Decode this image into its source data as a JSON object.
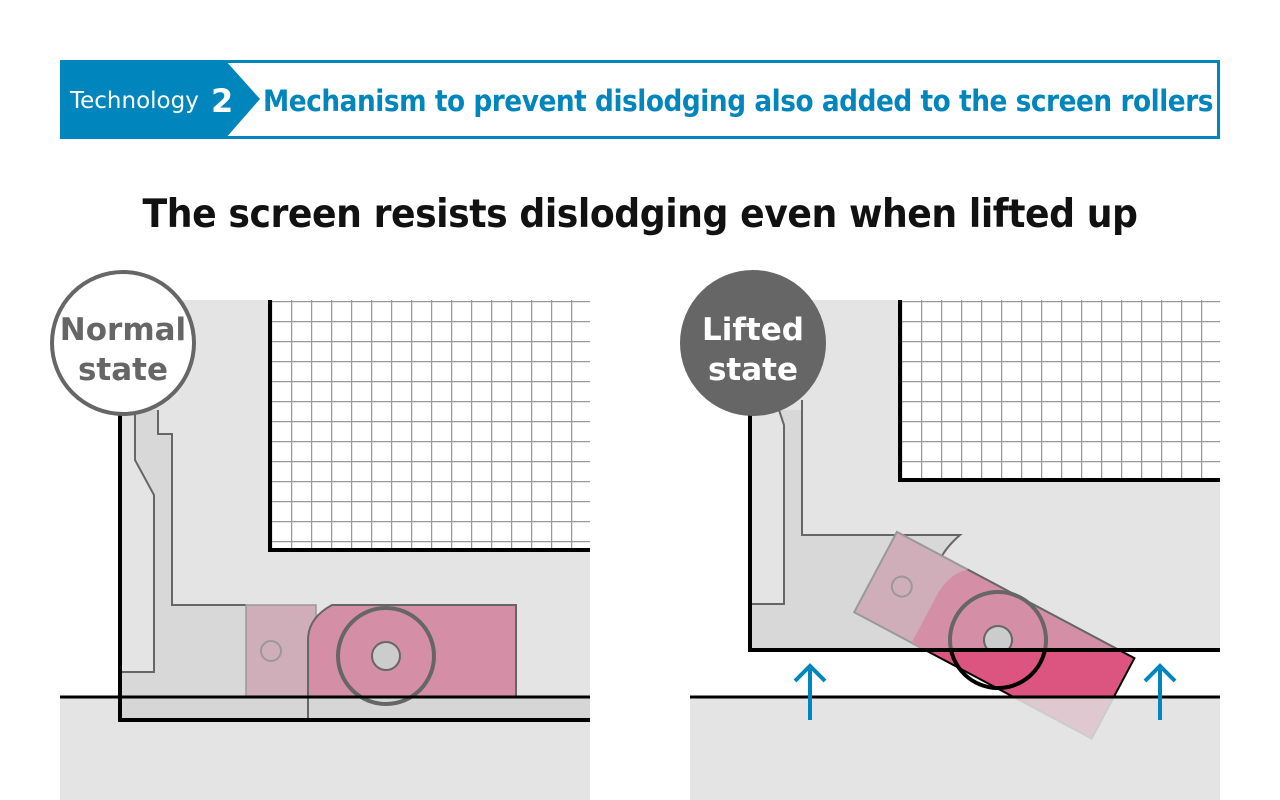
{
  "header": {
    "label": "Technology",
    "number": "2",
    "title": "Mechanism to prevent dislodging also added to the screen rollers"
  },
  "main_title": "The screen resists dislodging even when lifted up",
  "panels": {
    "normal": {
      "badge_line1": "Normal",
      "badge_line2": "state"
    },
    "lifted": {
      "badge_line1": "Lifted",
      "badge_line2": "state"
    }
  },
  "colors": {
    "accent": "#0085bd",
    "frame_gray": "#e4e4e4",
    "roller_pink": "#d48fa6",
    "roller_pink_dark": "#dc5580",
    "badge_gray": "#666666"
  }
}
